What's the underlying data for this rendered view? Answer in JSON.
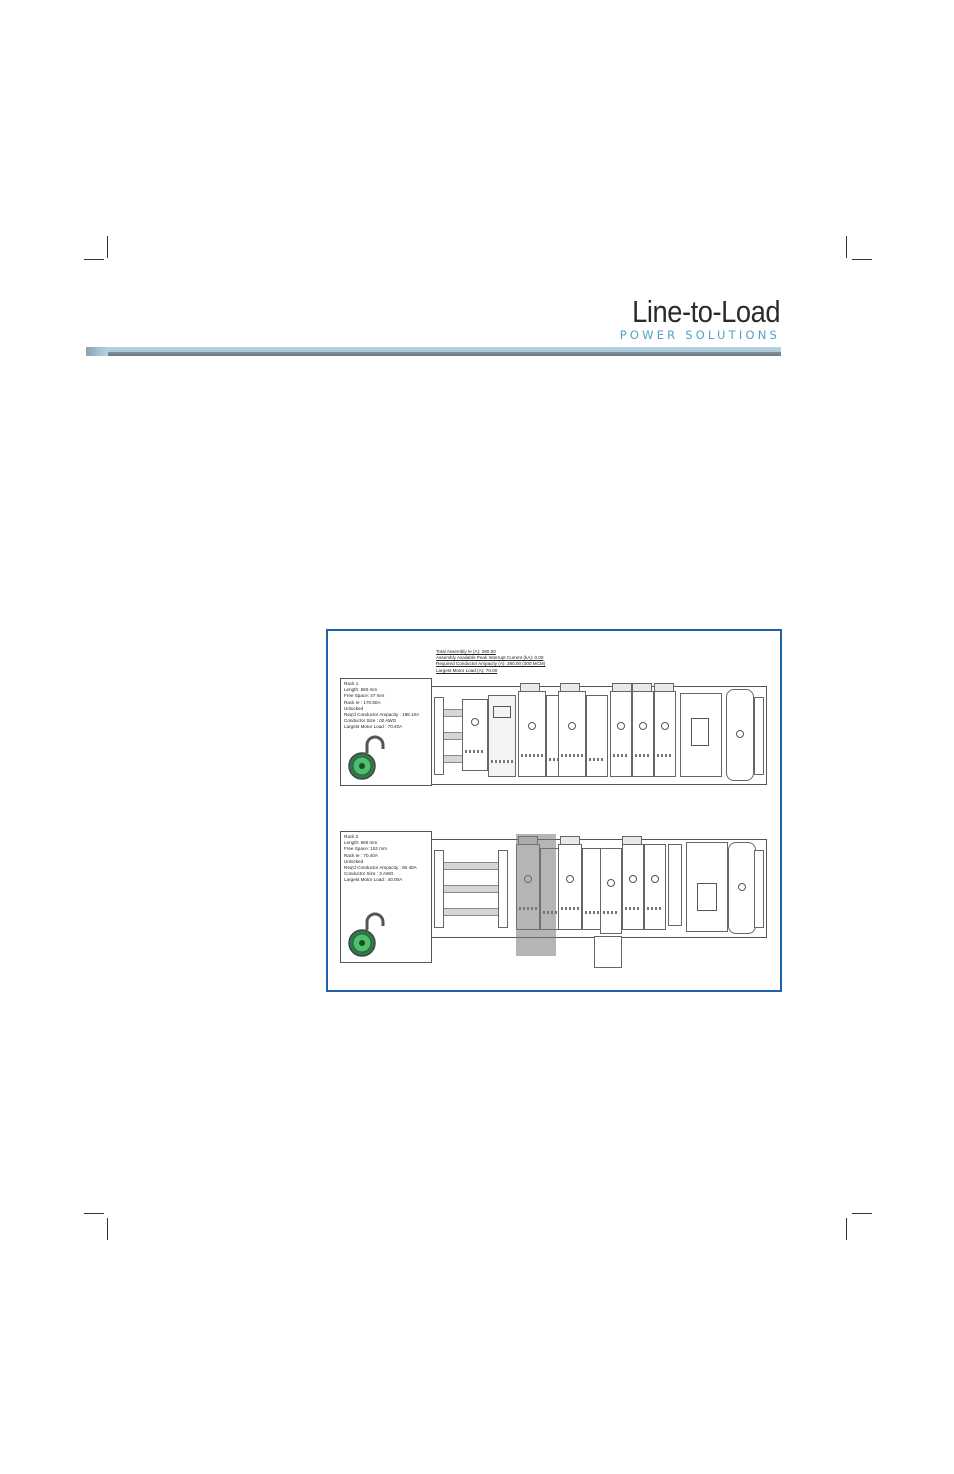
{
  "brand": {
    "name": "Line-to-Load",
    "tagline": "POWER SOLUTIONS",
    "accent_color": "#4fa3c6",
    "frame_color": "#1f62a8"
  },
  "figure": {
    "summary": [
      "Total Assembly Ie (A): 280.00",
      "Assembly Available Peak Interrupt Current (kA): 0.00",
      "Required Conductor Ampacity (A): 280.00 (300 MCM)",
      "Largest Motor Load (A): 70.00"
    ],
    "racks": [
      {
        "lines": [
          "Rack 1",
          "Length: 660 mm",
          "Free Space: 47 mm",
          "Rack Ie : 170.50A",
          "Unlocked",
          "Req'd Conductor Ampacity : 188.10A",
          "Conductor Size : 00 AWG",
          "Largest Motor Load : 70.40A"
        ],
        "lock_icon": "unlocked-padlock-icon"
      },
      {
        "lines": [
          "Rack 2",
          "Length: 660 mm",
          "Free Space: 152 mm",
          "Rack Ie : 70.40A",
          "Unlocked",
          "Req'd Conductor Ampacity : 80.40A",
          "Conductor Size : 3 AWG",
          "Largest Motor Load : 40.00A"
        ],
        "lock_icon": "unlocked-padlock-icon"
      }
    ]
  }
}
